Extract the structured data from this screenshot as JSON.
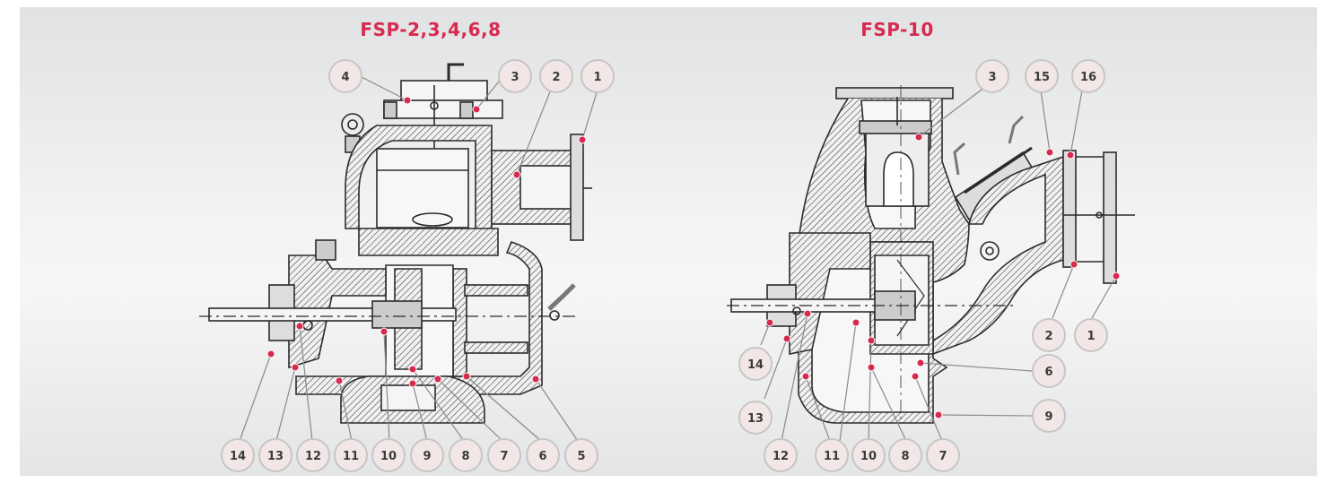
{
  "diagrams": [
    {
      "title": "FSP-2,3,4,6,8",
      "callouts": [
        "1",
        "2",
        "3",
        "4",
        "5",
        "6",
        "7",
        "8",
        "9",
        "10",
        "11",
        "12",
        "13",
        "14"
      ]
    },
    {
      "title": "FSP-10",
      "callouts": [
        "1",
        "2",
        "3",
        "6",
        "7",
        "8",
        "9",
        "10",
        "11",
        "12",
        "13",
        "14",
        "15",
        "16"
      ]
    }
  ],
  "colors": {
    "title": "#d8294f",
    "marker": "#d8294f",
    "badge_fill": "#f3e6e6",
    "badge_stroke": "#c6c6c6",
    "drawing": "#2b2b2b"
  }
}
